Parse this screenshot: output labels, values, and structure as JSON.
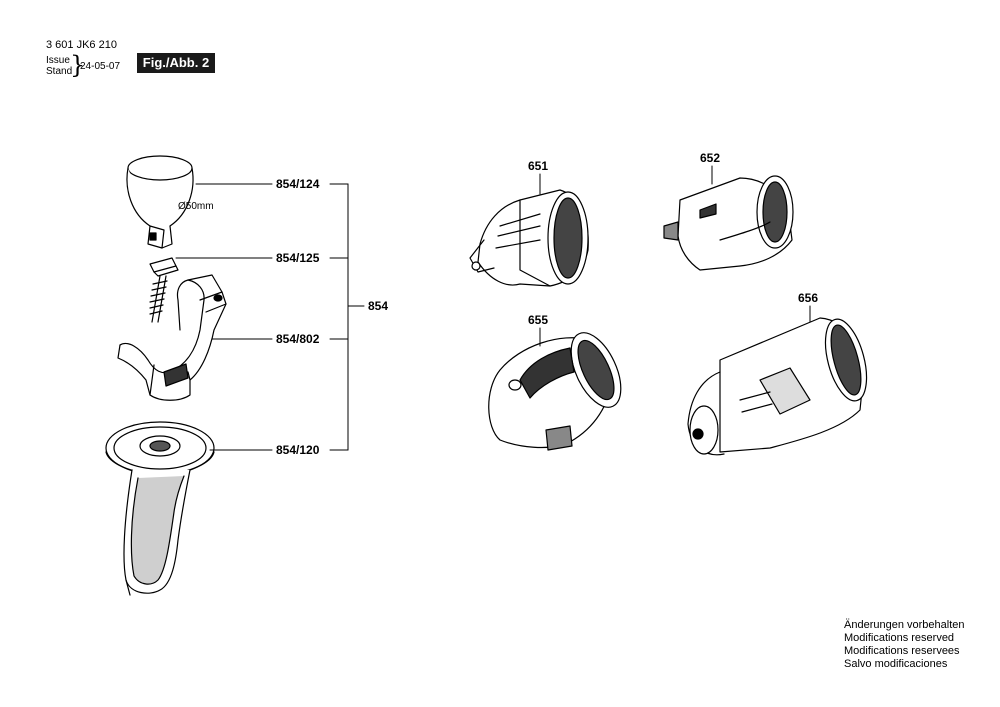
{
  "header": {
    "doc_number": "3 601 JK6 210",
    "issue_label": "Issue",
    "stand_label": "Stand",
    "brace": "}",
    "date": "24-05-07",
    "figure_label": "Fig./Abb. 2"
  },
  "parts": {
    "p854_124": "854/124",
    "p854_125": "854/125",
    "p854_802": "854/802",
    "p854_120": "854/120",
    "p854": "854",
    "p651": "651",
    "p652": "652",
    "p655": "655",
    "p656": "656",
    "diameter": "Ø50mm"
  },
  "notes": [
    "Änderungen vorbehalten",
    "Modifications reserved",
    "Modifications reservees",
    "Salvo modificaciones"
  ]
}
